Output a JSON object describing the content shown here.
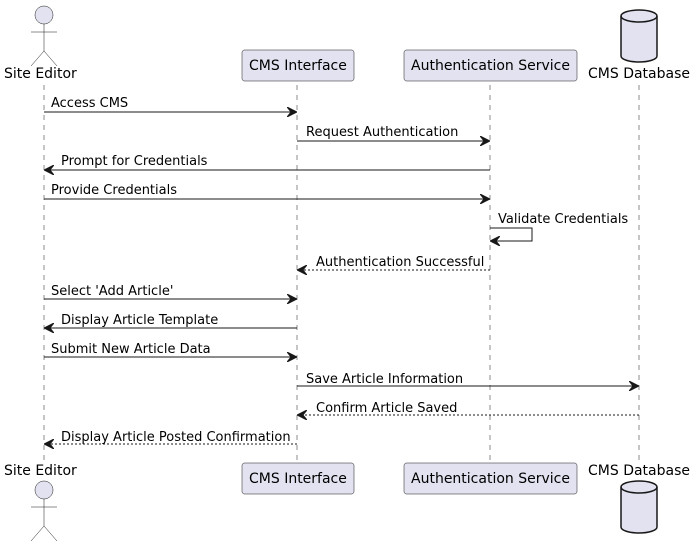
{
  "participants": {
    "site_editor": "Site Editor",
    "cms_interface": "CMS Interface",
    "auth_service": "Authentication Service",
    "cms_database": "CMS Database"
  },
  "messages": [
    {
      "text": "Access CMS",
      "from": "site_editor",
      "to": "cms_interface",
      "style": "solid"
    },
    {
      "text": "Request Authentication",
      "from": "cms_interface",
      "to": "auth_service",
      "style": "solid"
    },
    {
      "text": "Prompt for Credentials",
      "from": "auth_service",
      "to": "site_editor",
      "style": "solid"
    },
    {
      "text": "Provide Credentials",
      "from": "site_editor",
      "to": "auth_service",
      "style": "solid"
    },
    {
      "text": "Validate Credentials",
      "from": "auth_service",
      "to": "auth_service",
      "style": "solid"
    },
    {
      "text": "Authentication Successful",
      "from": "auth_service",
      "to": "cms_interface",
      "style": "dashed"
    },
    {
      "text": "Select 'Add Article'",
      "from": "site_editor",
      "to": "cms_interface",
      "style": "solid"
    },
    {
      "text": "Display Article Template",
      "from": "cms_interface",
      "to": "site_editor",
      "style": "solid"
    },
    {
      "text": "Submit New Article Data",
      "from": "site_editor",
      "to": "cms_interface",
      "style": "solid"
    },
    {
      "text": "Save Article Information",
      "from": "cms_interface",
      "to": "cms_database",
      "style": "solid"
    },
    {
      "text": "Confirm Article Saved",
      "from": "cms_database",
      "to": "cms_interface",
      "style": "dashed"
    },
    {
      "text": "Display Article Posted Confirmation",
      "from": "cms_interface",
      "to": "site_editor",
      "style": "dashed"
    }
  ]
}
